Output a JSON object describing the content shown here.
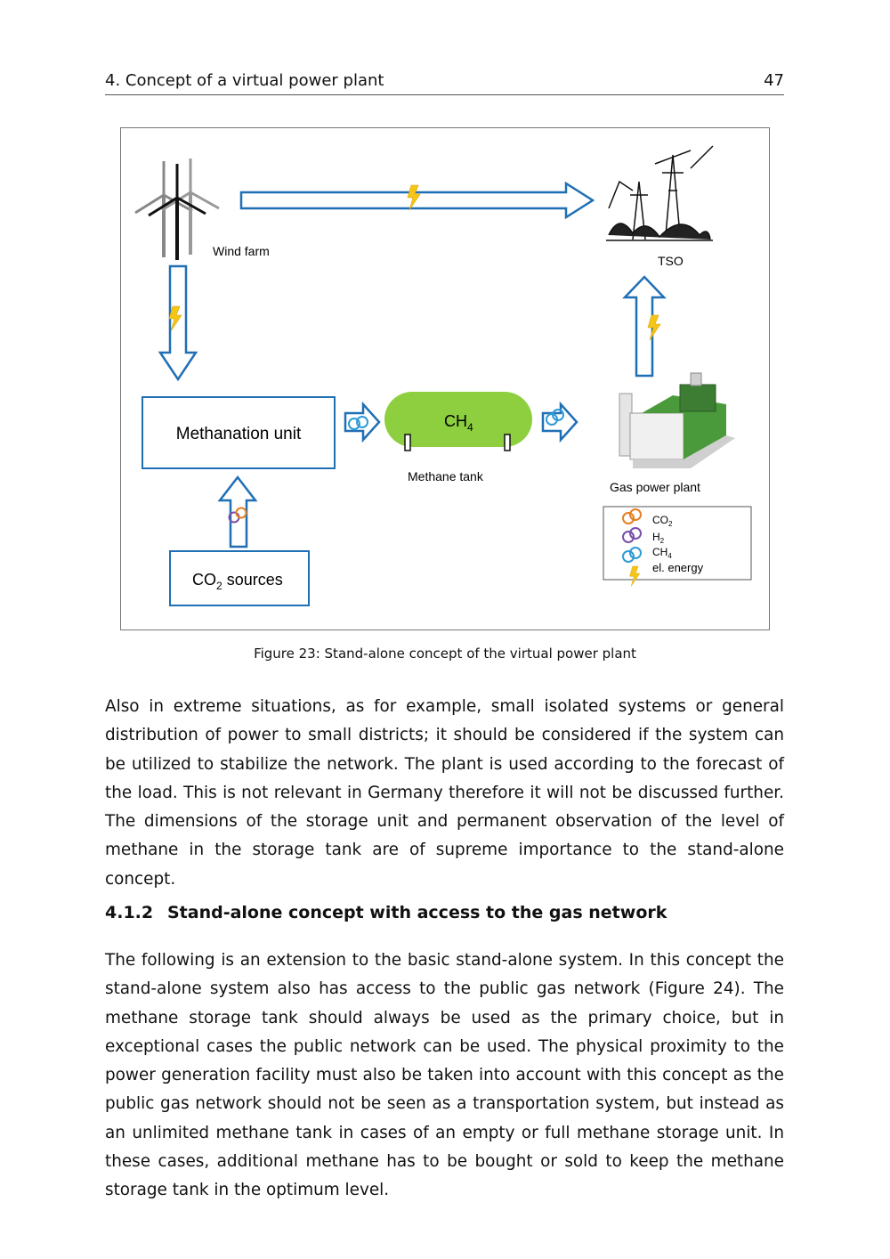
{
  "header": {
    "chapter": "4. Concept of a virtual power plant",
    "page": "47"
  },
  "figure": {
    "wind_farm": "Wind farm",
    "tso": "TSO",
    "methanation_unit": "Methanation unit",
    "ch4": "CH",
    "ch4_sub": "4",
    "methane_tank": "Methane tank",
    "gas_power_plant": "Gas power plant",
    "co2_sources": "CO",
    "co2_sources_sub": "2",
    "co2_sources_tail": " sources",
    "legend": [
      {
        "label": "CO",
        "sub": "2",
        "icon": "co2-molecule-icon",
        "color": "#e67e22"
      },
      {
        "label": "H",
        "sub": "2",
        "icon": "h2-molecule-icon",
        "color": "#7b4fa8"
      },
      {
        "label": "CH",
        "sub": "4",
        "icon": "ch4-molecule-icon",
        "color": "#2e9bd6"
      },
      {
        "label": "el. energy",
        "sub": "",
        "icon": "lightning-icon",
        "color": "#f5c518"
      }
    ],
    "colors": {
      "arrow": "#1f6fb5",
      "tank": "#8dcf3f",
      "bolt": "#f5c518"
    }
  },
  "caption": "Figure 23: Stand-alone concept of the virtual power plant",
  "paragraph1": "Also in extreme situations, as for example, small isolated systems or general distribution of power to small districts; it should be considered if the system can be utilized to stabilize the network.  The plant is used according to the forecast of the load.  This is not relevant in Germany therefore it will not be discussed further.  The dimensions of the storage unit and permanent observation of the level of methane in the storage tank are of supreme importance to the stand-alone concept.",
  "section": {
    "number": "4.1.2",
    "title": "Stand-alone concept with access to the gas network"
  },
  "paragraph2": "The following is an extension to the basic stand-alone system. In this concept the stand-alone system also has access to the public gas network (Figure 24).  The methane storage tank should always be used as the primary choice, but in exceptional cases the public network can be used. The physical proximity to the power generation facility must also be taken into account with this concept as the public gas network should not be seen as a transportation system, but instead as an unlimited methane tank in cases of an empty or full methane storage unit.  In these cases, additional methane has to be bought or sold to keep the methane storage tank in the optimum level."
}
